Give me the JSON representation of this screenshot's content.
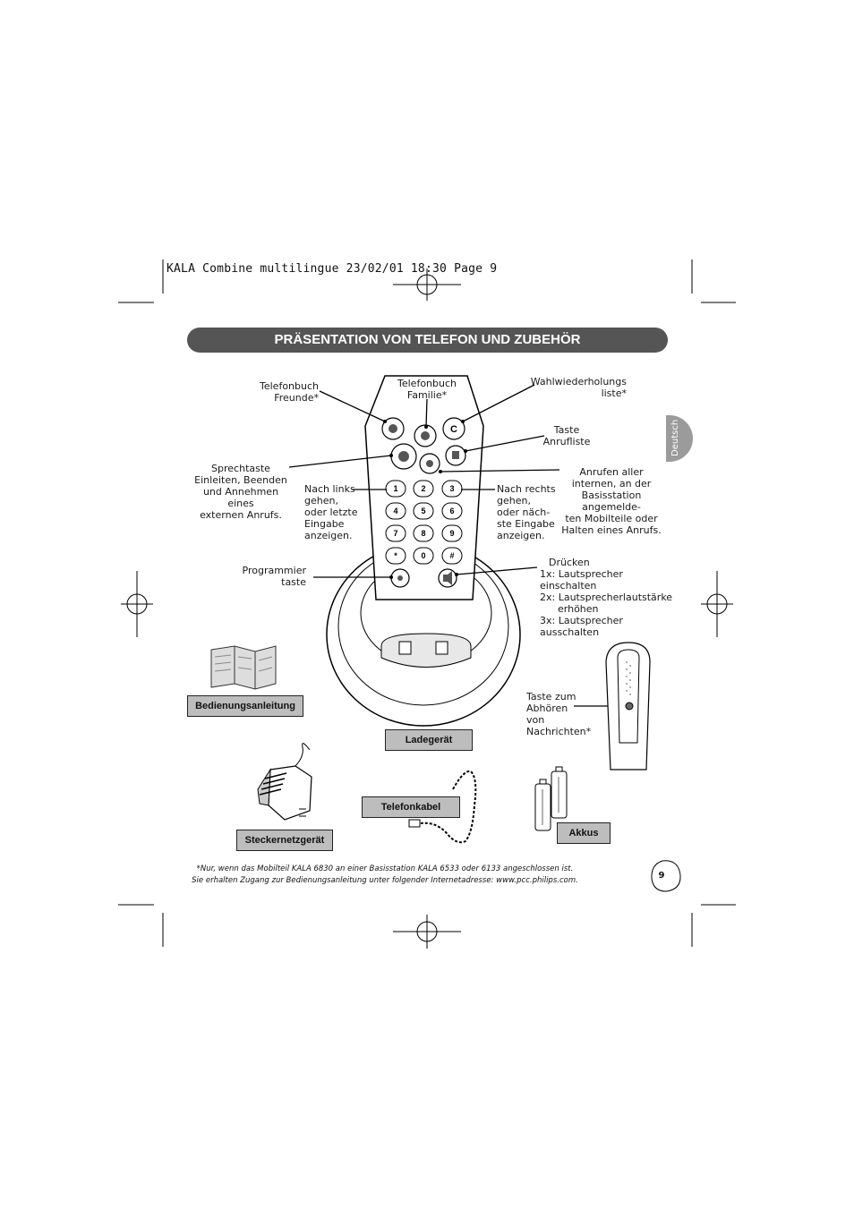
{
  "header": {
    "line": "KALA Combine multilingue  23/02/01  18:30  Page 9"
  },
  "title": "PRÄSENTATION VON TELEFON UND ZUBEHÖR",
  "side_tab": "Deutsch",
  "labels": {
    "phonebook_friends": [
      "Telefonbuch",
      "Freunde*"
    ],
    "phonebook_family": [
      "Telefonbuch",
      "Familie*"
    ],
    "redial": [
      "Wahlwiederholungs",
      "liste*"
    ],
    "call_list": [
      "Taste",
      "Anrufliste"
    ],
    "talk_key": [
      "Sprechtaste",
      "Einleiten, Beenden",
      "und Annehmen eines",
      "externen Anrufs."
    ],
    "call_all": [
      "Anrufen aller",
      "internen, an der",
      "Basisstation angemelde-",
      "ten Mobilteile oder",
      "Halten eines Anrufs."
    ],
    "nav_left": [
      "Nach links",
      "gehen,",
      "oder letzte",
      "Eingabe",
      "anzeigen."
    ],
    "nav_right": [
      "Nach rechts",
      "gehen,",
      "oder näch-",
      "ste Eingabe",
      "anzeigen."
    ],
    "program_key": [
      "Programmier",
      "taste"
    ],
    "speaker": [
      "Drücken",
      "1x: Lautsprecher einschalten",
      "2x: Lautsprecherlautstärke",
      "erhöhen",
      "3x: Lautsprecher ausschalten"
    ],
    "message_key": [
      "Taste zum",
      "Abhören",
      "von",
      "Nachrichten*"
    ]
  },
  "accessories": {
    "manual": "Bedienungsanleitung",
    "charger": "Ladegerät",
    "power_adapter": "Steckernetzgerät",
    "phone_cable": "Telefonkabel",
    "batteries": "Akkus"
  },
  "footnote": [
    "*Nur, wenn das Mobilteil KALA 6830 an einer Basisstation KALA 6533 oder 6133 angeschlossen ist.",
    "Sie erhalten Zugang zur Bedienungsanleitung unter folgender Internetadresse: www.pcc.philips.com."
  ],
  "page_number": "9",
  "keypad": [
    "1",
    "2",
    "3",
    "4",
    "5",
    "6",
    "7",
    "8",
    "9",
    "*",
    "0",
    "#"
  ]
}
